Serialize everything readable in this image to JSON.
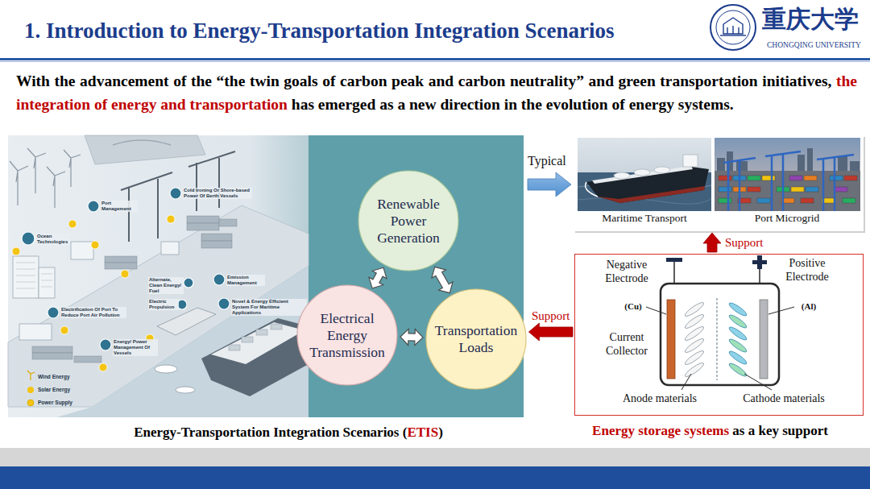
{
  "diagram": {
    "title": "1. Introduction to Energy-Transportation Integration Scenarios",
    "nodes": [
      {
        "text": [
          "Renewable Power Generation"
        ]
      },
      {
        "text": [
          "Electrical Energy Transmission"
        ]
      },
      {
        "text": [
          "Transportation Loads"
        ]
      },
      {
        "text": [
          "Maritime Transport",
          "Port Microgrid"
        ]
      },
      {
        "text": [
          "Negative Electrode",
          "Positive Electrode",
          "(Cu)",
          "(Al)",
          "Current Collector",
          "Anode materials",
          "Cathode materials",
          "Energy storage systems",
          "as a key support"
        ]
      }
    ],
    "edges": [
      {
        "from": 0,
        "to": 1,
        "arrow": "both"
      },
      {
        "from": 0,
        "to": 2,
        "arrow": "both"
      },
      {
        "from": 1,
        "to": 2,
        "arrow": "both"
      },
      {
        "from": 4,
        "to": 2,
        "label": "Support",
        "arrow": "to"
      },
      {
        "from": 4,
        "to": 3,
        "label": "Support",
        "arrow": "to"
      }
    ],
    "labels": [
      "重庆大学",
      "CHONGQING UNIVERSITY",
      "With the advancement of the “the twin goals of carbon peak and carbon neutrality” and green transportation initiatives,",
      "the integration of energy and transportation",
      "has emerged as a new direction in the evolution of energy systems.",
      "Port Management",
      "Cold Ironing Or Shore-based Power Of Berth Vessels",
      "Ocean Technologies",
      "Alternate, Clean Energy/ Fuel",
      "Emission Management",
      "Electric Propulsion",
      "Novel & Energy Efficient System For Maritime Applications",
      "Electrification Of Port To Reduce Port Air Pollution",
      "Energy/ Power Management Of Vessels",
      "Energy-Transportation Integration Scenarios (",
      "ETIS",
      ")",
      "Typical"
    ],
    "legend": [
      {
        "text": "Wind Energy"
      },
      {
        "text": "Solar Energy"
      },
      {
        "text": "Power Supply"
      }
    ]
  }
}
